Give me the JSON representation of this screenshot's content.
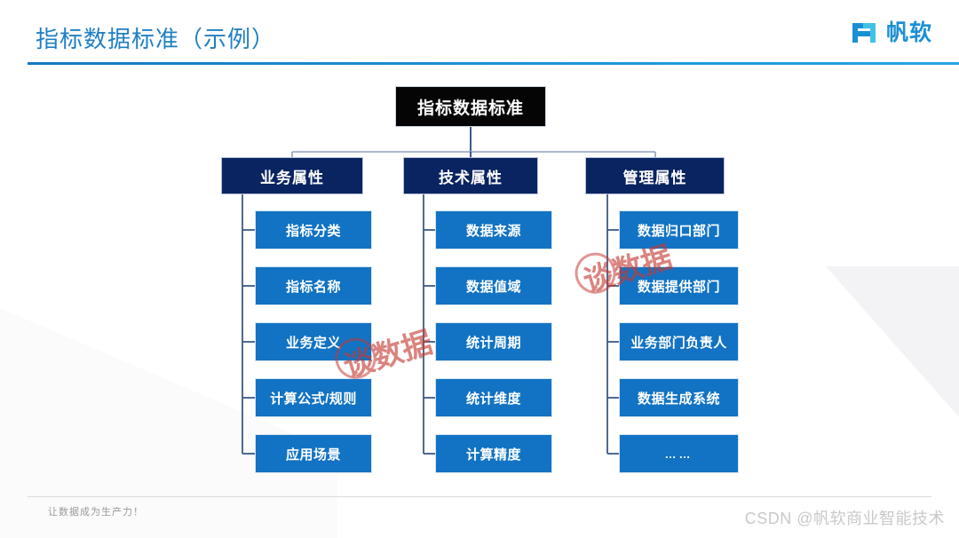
{
  "slide": {
    "title": "指标数据标准（示例）",
    "accent_color": "#1279c3",
    "root_color": "#050505",
    "level1_color": "#0a2461",
    "level2_color": "#1273c4"
  },
  "logo": {
    "name": "帆软",
    "mark": "fanruan-logo-icon",
    "color": "#1b8fd4"
  },
  "chart_data": {
    "type": "diagram",
    "title": "指标数据标准",
    "root": "指标数据标准",
    "branches": [
      {
        "label": "业务属性",
        "children": [
          "指标分类",
          "指标名称",
          "业务定义",
          "计算公式/规则",
          "应用场景"
        ]
      },
      {
        "label": "技术属性",
        "children": [
          "数据来源",
          "数据值域",
          "统计周期",
          "统计维度",
          "计算精度"
        ]
      },
      {
        "label": "管理属性",
        "children": [
          "数据归口部门",
          "数据提供部门",
          "业务部门负责人",
          "数据生成系统",
          "……"
        ]
      }
    ]
  },
  "watermarks": {
    "stamp_a": "谈数据",
    "stamp_b": "谈数据",
    "csdn": "CSDN @帆软商业智能技术"
  },
  "footer": {
    "slogan": "让数据成为生产力！"
  }
}
